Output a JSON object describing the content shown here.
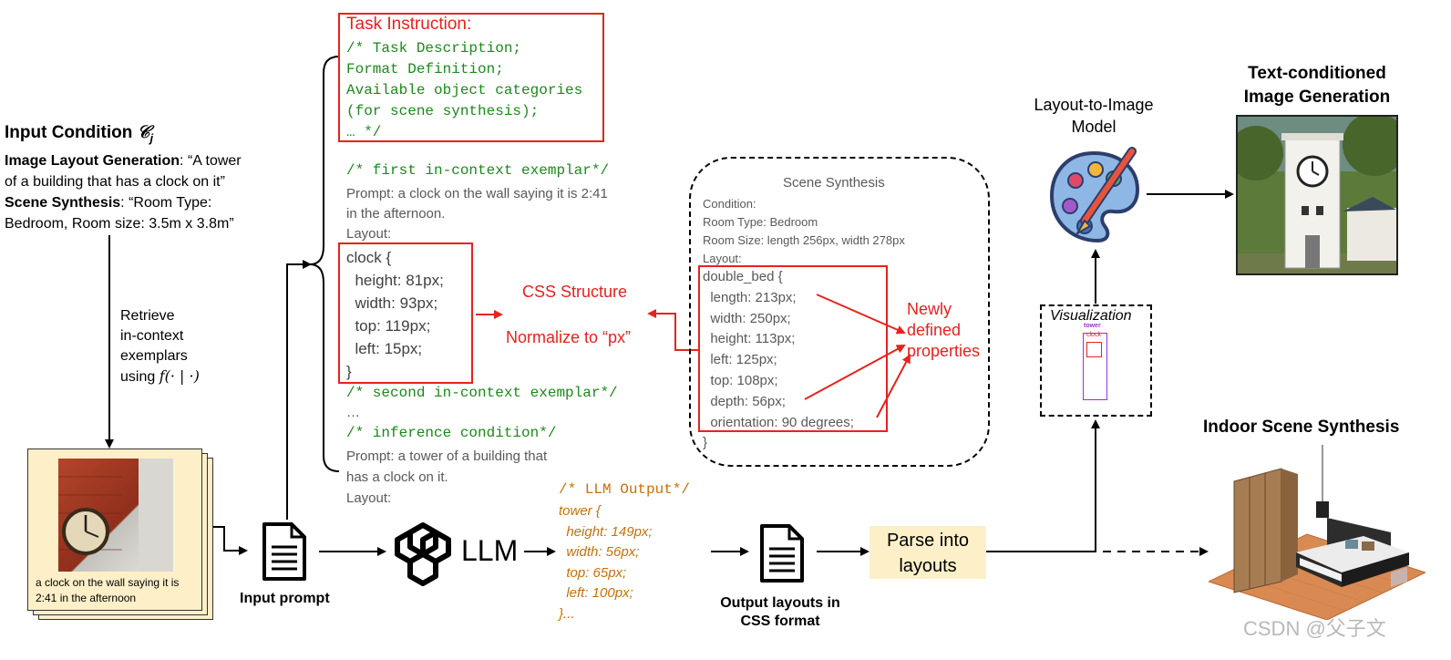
{
  "input_condition": {
    "title": "Input Condition",
    "title_symbol": "𝒞",
    "title_subscript": "j",
    "line1_label": "Image Layout Generation",
    "line1_text": ": “A tower",
    "line2": "of a building that has a clock on it”",
    "line3_label": "Scene Synthesis",
    "line3_text": ": “Room Type:",
    "line4": "Bedroom, Room size: 3.5m x 3.8m”"
  },
  "retrieve": {
    "lines": [
      "Retrieve",
      "in-context",
      "exemplars",
      "using"
    ],
    "formula": "f(· | ·)"
  },
  "exemplar_card": {
    "caption_line1": "a clock on the wall saying it is",
    "caption_line2": "2:41 in the afternoon"
  },
  "input_prompt_label": "Input prompt",
  "task_instruction": {
    "title": "Task Instruction:",
    "lines": [
      "/* Task Description;",
      "Format Definition;",
      "Available object categories",
      "(for scene synthesis);",
      "… */"
    ]
  },
  "prompt_text": {
    "first_comment": "/* first in-context exemplar*/",
    "prompt_line1": "Prompt: a clock on the wall saying it is 2:41",
    "prompt_line2": "in the afternoon.",
    "layout_label": "Layout:",
    "css_lines": [
      "clock {",
      "  height: 81px;",
      "  width: 93px;",
      "  top: 119px;",
      "  left: 15px;",
      "}"
    ],
    "second_comment": "/* second in-context exemplar*/",
    "ellipsis": "…",
    "inference_comment": "/* inference condition*/",
    "inference_line1": "Prompt: a tower of a building that",
    "inference_line2": "has a clock on it.",
    "inference_layout": "Layout:"
  },
  "annotations": {
    "css_structure": "CSS Structure",
    "normalize": "Normalize to “px”",
    "newly_defined": [
      "Newly",
      "defined",
      "properties"
    ]
  },
  "scene_synthesis": {
    "title": "Scene Synthesis",
    "condition": "Condition:",
    "room_type": "Room Type: Bedroom",
    "room_size": "Room Size: length 256px, width 278px",
    "layout": "Layout:",
    "css_lines": [
      "double_bed {",
      "  length: 213px;",
      "  width: 250px;",
      "  height: 113px;",
      "  left: 125px;",
      "  top: 108px;",
      "  depth: 56px;",
      "  orientation: 90 degrees;"
    ],
    "closing": "}"
  },
  "llm": {
    "label": "LLM",
    "output_lines": [
      "/* LLM Output*/",
      "tower {",
      "  height: 149px;",
      "  width: 56px;",
      "  top: 65px;",
      "  left: 100px;",
      "}..."
    ]
  },
  "output_layouts": [
    "Output layouts in",
    "CSS format"
  ],
  "parse": [
    "Parse into",
    "layouts"
  ],
  "visualization": {
    "title": "Visualization",
    "tower_label": "tower",
    "clock_label": "clock"
  },
  "layout_to_image": [
    "Layout-to-Image",
    "Model"
  ],
  "text_conditioned": [
    "Text-conditioned",
    "Image Generation"
  ],
  "indoor_scene": "Indoor Scene Synthesis",
  "watermark": "CSDN @父子文",
  "colors": {
    "red": "#e8221b",
    "green": "#1a8a1a",
    "gray": "#595959",
    "orange": "#c8700a",
    "parse_bg": "#fdf0c8",
    "card_bg": "#fdf0c8",
    "vis_purple": "#9b30d9"
  }
}
